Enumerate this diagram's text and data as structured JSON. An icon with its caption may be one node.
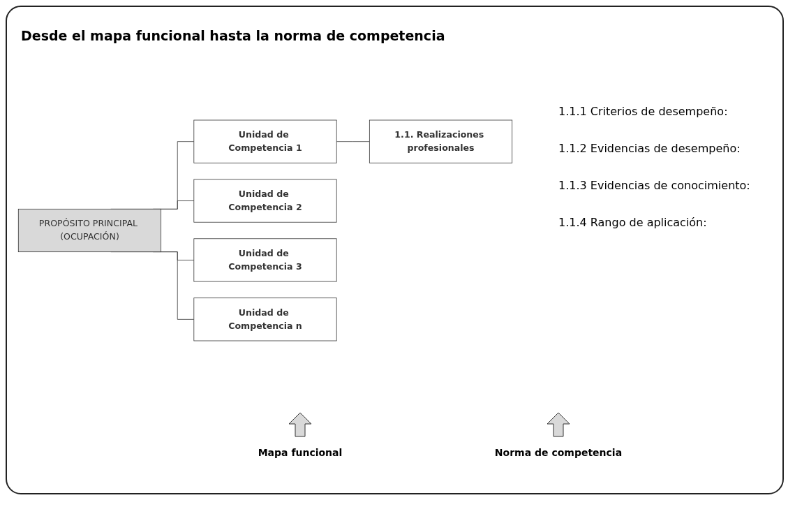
{
  "diagram": {
    "title": "Desde el mapa funcional hasta la norma de competencia",
    "nodes": [
      {
        "text": [
          "PROPÓSITO PRINCIPAL (OCUPACIÓN)"
        ]
      },
      {
        "text": [
          "Unidad de Competencia 1"
        ]
      },
      {
        "text": [
          "Unidad de Competencia 2"
        ]
      },
      {
        "text": [
          "Unidad de Competencia 3"
        ]
      },
      {
        "text": [
          "Unidad de Competencia n"
        ]
      },
      {
        "text": [
          "1.1. Realizaciones profesionales"
        ]
      }
    ],
    "edges": [
      {
        "from": 0,
        "to": 1,
        "arrow": "none"
      },
      {
        "from": 0,
        "to": 2,
        "arrow": "none"
      },
      {
        "from": 0,
        "to": 3,
        "arrow": "none"
      },
      {
        "from": 0,
        "to": 4,
        "arrow": "none"
      },
      {
        "from": 1,
        "to": 5,
        "arrow": "none"
      }
    ],
    "labels": [
      "1.1.1 Criterios de desempeño:",
      "1.1.2 Evidencias de desempeño:",
      "1.1.3 Evidencias de conocimiento:",
      "1.1.4 Rango de aplicación:",
      "Mapa funcional",
      "Norma de competencia"
    ]
  }
}
